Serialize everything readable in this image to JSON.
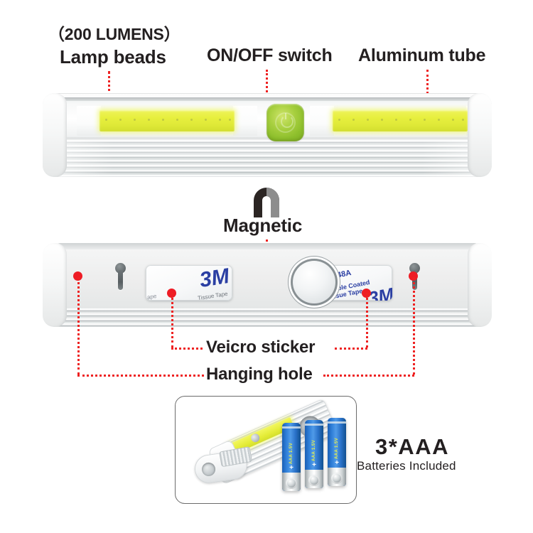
{
  "product": {
    "type": "LED COB under-cabinet light bar",
    "brightness": "200 LUMENS"
  },
  "callouts": {
    "lumens": "（200 LUMENS）",
    "lamp_beads": "Lamp beads",
    "onoff_switch": "ON/OFF switch",
    "aluminum_tube": "Aluminum tube",
    "magnetic": "Magnetic",
    "veicro_sticker": "Veicro sticker",
    "hanging_hole": "Hanging hole"
  },
  "front_view": {
    "cob_strip_left": "COB LED strip",
    "cob_strip_right": "COB LED strip",
    "switch_label": "power-button",
    "body": "ribbed aluminum tube"
  },
  "back_view": {
    "hanging_hole_left": "keyhole slot",
    "hanging_hole_right": "keyhole slot",
    "magnet": "round magnet disc",
    "sticker_left": {
      "brand": "3M",
      "small_text": "ape",
      "side_text": "Tissue Tape"
    },
    "sticker_right": {
      "brand": "3M",
      "code": "9448A",
      "description": "Double Coated Tissue Tape",
      "brand2": "3M"
    }
  },
  "bottom_panel": {
    "battery_count_title": "3*AAA",
    "battery_subtitle": "Batteries Included",
    "battery_label": "AAA 1.5V",
    "battery_polarity": "+",
    "batteries": [
      {
        "name": "battery-1"
      },
      {
        "name": "battery-2"
      },
      {
        "name": "battery-3"
      }
    ]
  },
  "colors": {
    "leader_red": "#ee1c25",
    "text_dark": "#231f20",
    "led_yellow": "#e4ec37",
    "switch_green": "#8cbe2b",
    "sticker_blue": "#2b3fa3",
    "battery_blue": "#2f7ed8",
    "panel_border": "#6b6b6b",
    "background": "#ffffff"
  },
  "icons": {
    "magnet": "magnet-icon",
    "power": "power-icon"
  }
}
